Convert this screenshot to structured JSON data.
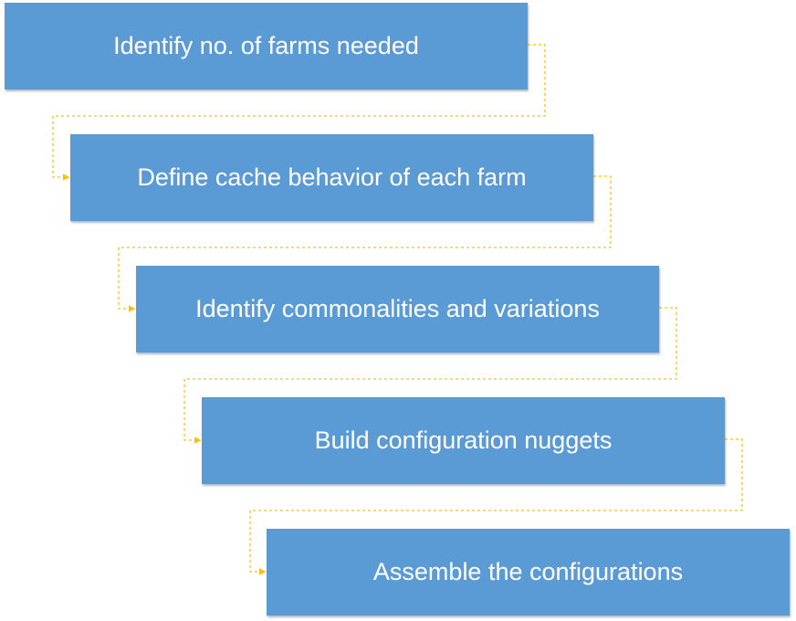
{
  "diagram": {
    "connector_color": "#ffc000",
    "box_color": "#5b9bd5",
    "steps": [
      {
        "label": "Identify no. of farms needed"
      },
      {
        "label": "Define cache behavior of each farm"
      },
      {
        "label": "Identify commonalities and variations"
      },
      {
        "label": "Build configuration nuggets"
      },
      {
        "label": "Assemble the configurations"
      }
    ]
  }
}
